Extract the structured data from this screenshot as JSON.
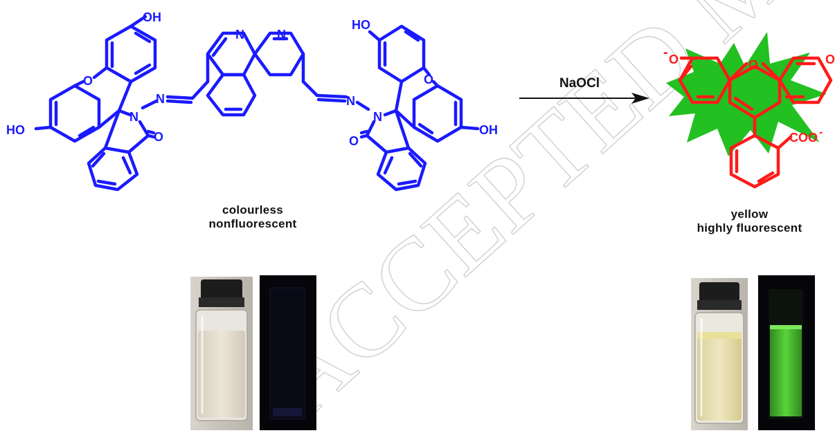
{
  "watermark": "ACCEPTED MANUSCRIPT",
  "colors": {
    "reactant": "#1a1aff",
    "product": "#ff1a1a",
    "burst": "#22c020",
    "arrow": "#111111",
    "watermark": "#c9c9c9"
  },
  "reactant": {
    "labels": {
      "oh_top_left": "OH",
      "ho_left": "HO",
      "o_ring_left": "O",
      "n_amide_left": "N",
      "n_imine_left": "N",
      "o_carbonyl_left": "O",
      "n_phen_left": "N",
      "n_phen_right": "N",
      "ho_top_right": "HO",
      "o_ring_right": "O",
      "n_amide_right": "N",
      "n_imine_right": "N",
      "o_carbonyl_right": "O",
      "oh_right": "OH"
    },
    "caption": [
      "colourless",
      "nonfluorescent"
    ]
  },
  "reaction": {
    "reagent": "NaOCl"
  },
  "product": {
    "labels": {
      "o_minus": "O",
      "minus": "-",
      "o_ring": "O",
      "o_keto": "O",
      "carboxylate": "COO",
      "carboxylate_charge": "-"
    },
    "caption": [
      "yellow",
      "highly fluorescent"
    ]
  },
  "photos": {
    "before": {
      "daylight": "vial-daylight-colourless",
      "uv": "vial-uv-dark"
    },
    "after": {
      "daylight": "vial-daylight-yellow",
      "uv": "vial-uv-green"
    }
  }
}
